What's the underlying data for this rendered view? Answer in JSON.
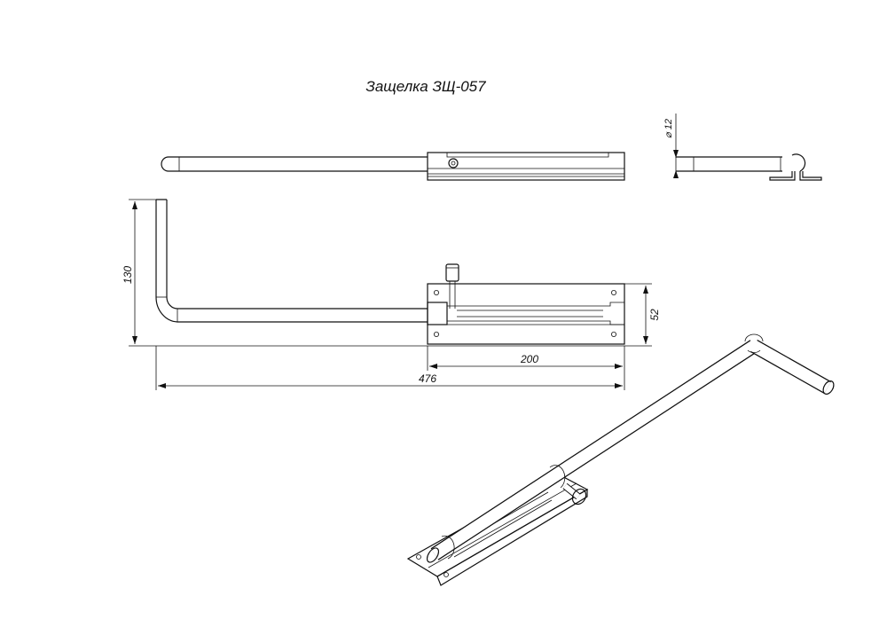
{
  "title": "Защелка ЗЩ-057",
  "dimensions": {
    "height": "130",
    "plate_height": "52",
    "plate_length": "200",
    "total_length": "476",
    "rod_diameter": "⌀ 12"
  },
  "colors": {
    "line": "#111111",
    "background": "#ffffff"
  }
}
